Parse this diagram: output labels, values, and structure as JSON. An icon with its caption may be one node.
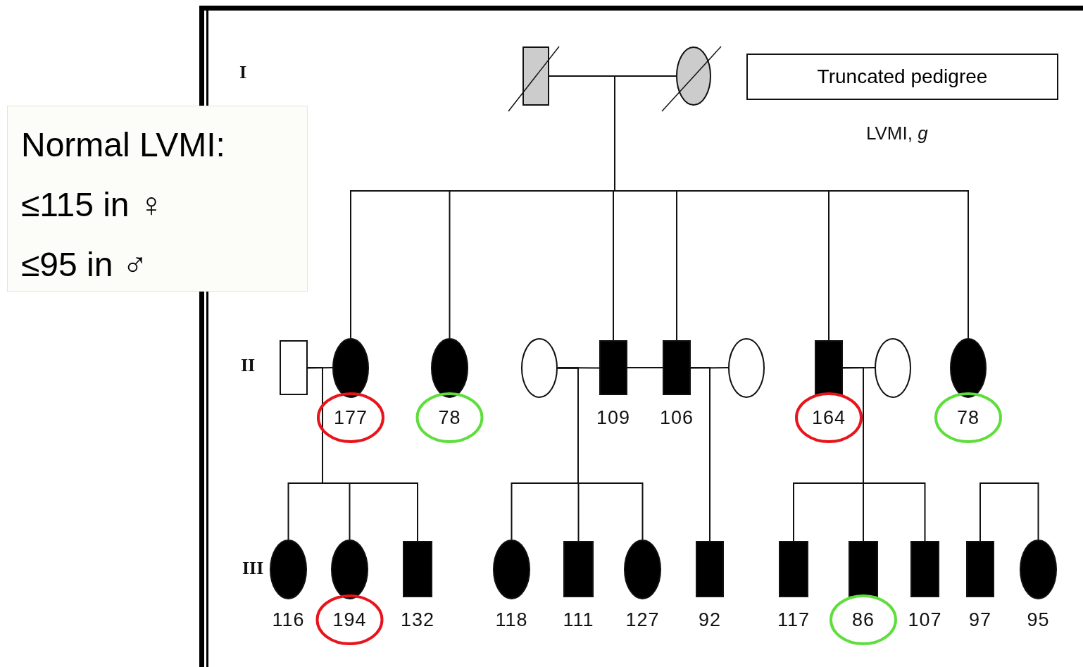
{
  "diagram": {
    "nodes": [
      {
        "text": [],
        "shape": "box"
      },
      {
        "text": [],
        "shape": "circle"
      },
      {
        "text": [
          "Truncated pedigree"
        ]
      },
      {
        "text": [
          "Normal LVMI:",
          "≤115 in ♀",
          "≤95 in ♂"
        ]
      },
      {
        "text": [],
        "shape": "box"
      },
      {
        "text": [],
        "shape": "circle",
        "beside": [
          "177"
        ]
      },
      {
        "text": [],
        "shape": "circle",
        "beside": [
          "78"
        ]
      },
      {
        "text": [],
        "shape": "circle"
      },
      {
        "text": [],
        "shape": "box",
        "beside": [
          "109"
        ]
      },
      {
        "text": [],
        "shape": "box",
        "beside": [
          "106"
        ]
      },
      {
        "text": [],
        "shape": "circle"
      },
      {
        "text": [],
        "shape": "box",
        "beside": [
          "164"
        ]
      },
      {
        "text": [],
        "shape": "circle"
      },
      {
        "text": [],
        "shape": "circle",
        "beside": [
          "78"
        ]
      },
      {
        "text": [],
        "shape": "circle",
        "beside": [
          "116"
        ]
      },
      {
        "text": [],
        "shape": "circle",
        "beside": [
          "194"
        ]
      },
      {
        "text": [],
        "shape": "box",
        "beside": [
          "132"
        ]
      },
      {
        "text": [],
        "shape": "circle",
        "beside": [
          "118"
        ]
      },
      {
        "text": [],
        "shape": "box",
        "beside": [
          "111"
        ]
      },
      {
        "text": [],
        "shape": "circle",
        "beside": [
          "127"
        ]
      },
      {
        "text": [],
        "shape": "box",
        "beside": [
          "92"
        ]
      },
      {
        "text": [],
        "shape": "box",
        "beside": [
          "117"
        ]
      },
      {
        "text": [],
        "shape": "box",
        "beside": [
          "86"
        ]
      },
      {
        "text": [],
        "shape": "box",
        "beside": [
          "107"
        ]
      },
      {
        "text": [],
        "shape": "box",
        "beside": [
          "97"
        ]
      },
      {
        "text": [],
        "shape": "circle",
        "beside": [
          "95"
        ]
      }
    ],
    "edges": [
      {
        "from": 0,
        "to": 1,
        "arrow": "none"
      },
      {
        "from": 0,
        "to": 5,
        "arrow": "none"
      },
      {
        "from": 0,
        "to": 6,
        "arrow": "none"
      },
      {
        "from": 0,
        "to": 8,
        "arrow": "none"
      },
      {
        "from": 0,
        "to": 9,
        "arrow": "none"
      },
      {
        "from": 0,
        "to": 11,
        "arrow": "none"
      },
      {
        "from": 0,
        "to": 13,
        "arrow": "none"
      },
      {
        "from": 4,
        "to": 5,
        "arrow": "none"
      },
      {
        "from": 7,
        "to": 8,
        "arrow": "none"
      },
      {
        "from": 8,
        "to": 9,
        "arrow": "none"
      },
      {
        "from": 9,
        "to": 10,
        "arrow": "none"
      },
      {
        "from": 11,
        "to": 12,
        "arrow": "none"
      },
      {
        "from": 4,
        "to": 14,
        "arrow": "none"
      },
      {
        "from": 4,
        "to": 15,
        "arrow": "none"
      },
      {
        "from": 4,
        "to": 16,
        "arrow": "none"
      },
      {
        "from": 7,
        "to": 17,
        "arrow": "none"
      },
      {
        "from": 7,
        "to": 18,
        "arrow": "none"
      },
      {
        "from": 7,
        "to": 19,
        "arrow": "none"
      },
      {
        "from": 9,
        "to": 20,
        "arrow": "none"
      },
      {
        "from": 11,
        "to": 21,
        "arrow": "none"
      },
      {
        "from": 11,
        "to": 22,
        "arrow": "none"
      },
      {
        "from": 11,
        "to": 23,
        "arrow": "none"
      },
      {
        "from": 24,
        "to": 25,
        "arrow": "none"
      }
    ],
    "labels": [
      "I",
      "LVMI, *g*",
      "II",
      "III"
    ]
  }
}
